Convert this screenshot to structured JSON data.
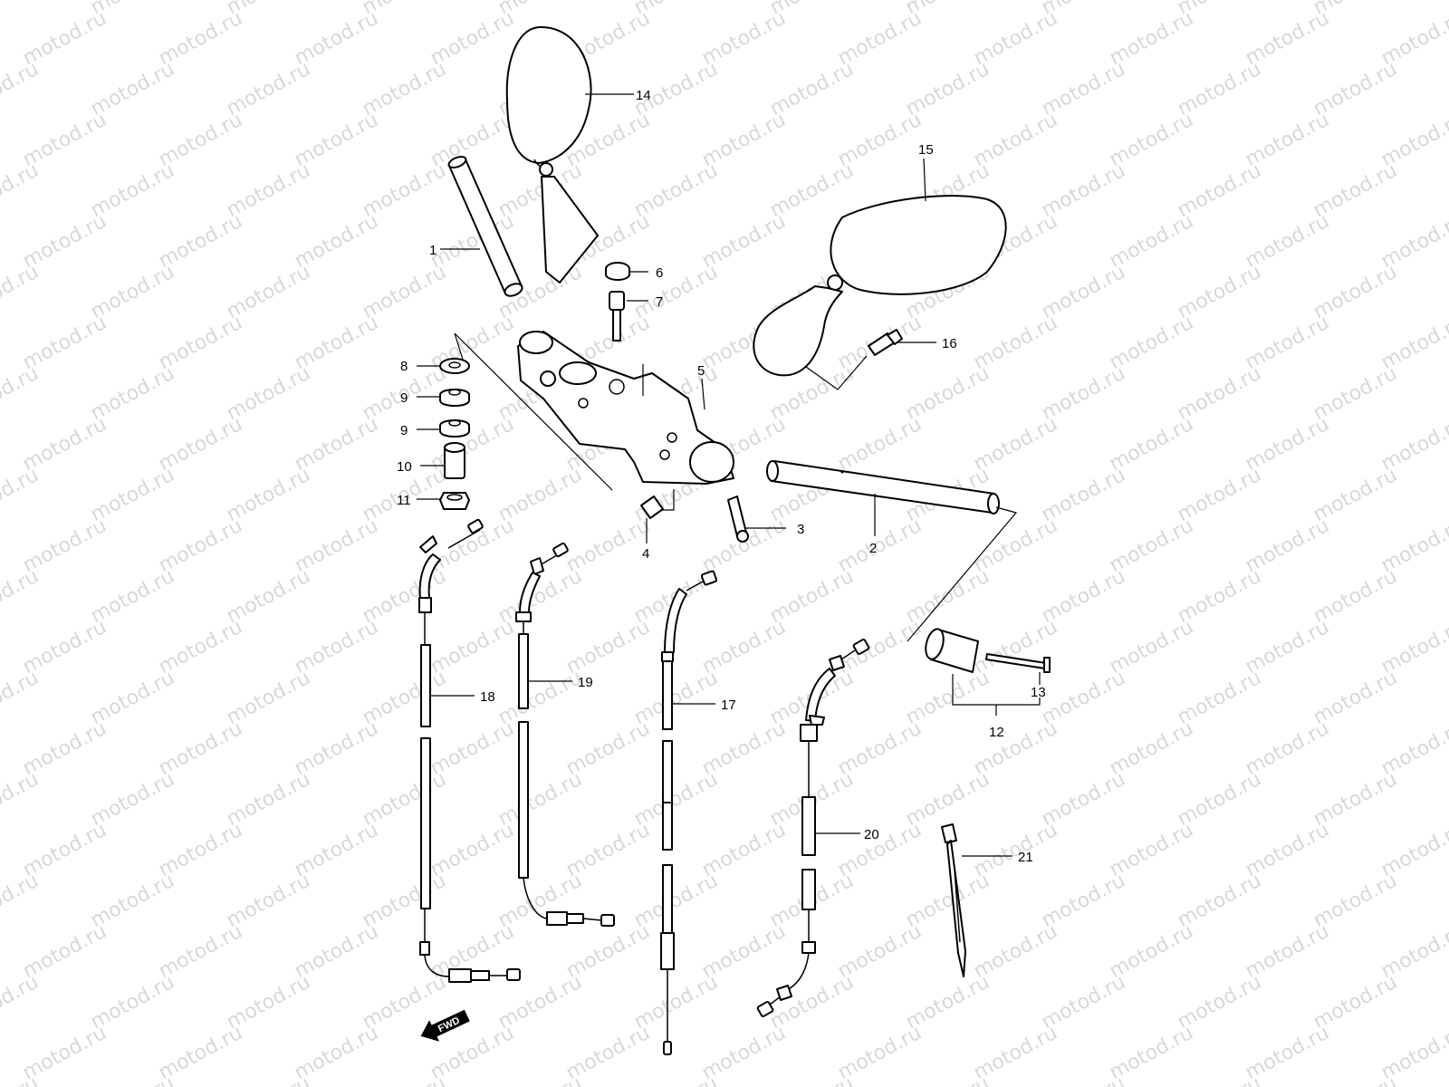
{
  "watermark": "motod.ru",
  "fwd_label": "FWD",
  "callouts": [
    "1",
    "2",
    "3",
    "4",
    "5",
    "6",
    "7",
    "8",
    "9",
    "9",
    "10",
    "11",
    "12",
    "13",
    "14",
    "15",
    "16",
    "17",
    "18",
    "19",
    "20",
    "21"
  ]
}
